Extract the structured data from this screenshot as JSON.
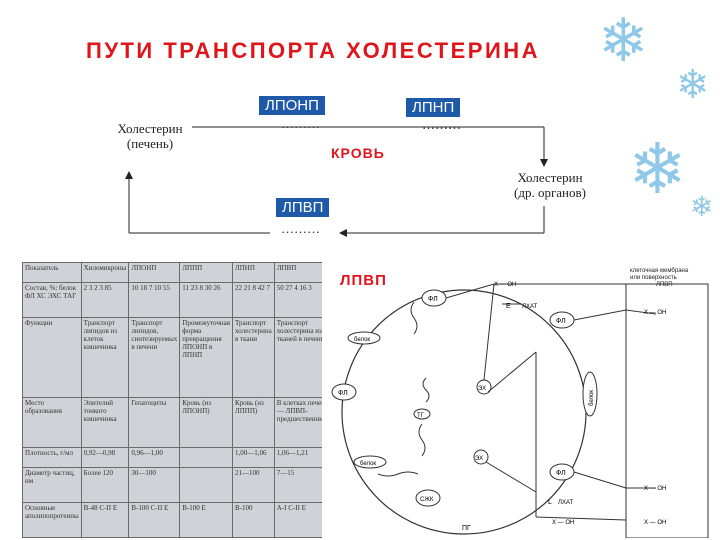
{
  "title": "ПУТИ ТРАНСПОРТА ХОЛЕСТЕРИНА",
  "scheme": {
    "chol_liver": [
      "Холестерин",
      "(печень)"
    ],
    "chol_organs": [
      "Холестерин",
      "(др. органов)"
    ],
    "box_lponp": "ЛПОНП",
    "box_lpnp": "ЛПНП",
    "box_lpvp": "ЛПВП",
    "dots": "………",
    "blood": "КРОВЬ"
  },
  "table_rows": [
    [
      "Показатель",
      "Хиломикроны",
      "ЛПОНП",
      "ЛППП",
      "ЛПНП",
      "ЛПВП"
    ],
    [
      "Состав, %: белок ФЛ ХС ЭХС ТАГ",
      "2 3 2 3 85",
      "10 18 7 10 55",
      "11 23 8 30 26",
      "22 21 8 42 7",
      "50 27 4 16 3"
    ],
    [
      "Функции",
      "Транспорт липидов из клеток кишечника",
      "Транспорт липидов, синтезируемых в печени",
      "Промежуточная форма превращения ЛПОНП в ЛПНП",
      "Транспорт холестерина в ткани",
      "Транспорт холестерина из тканей в печень"
    ],
    [
      "Место образования",
      "Эпителий тонкого кишечника",
      "Гепатоциты",
      "Кровь (из ЛПОНП)",
      "Кровь (из ЛППП)",
      "В клетках печени — ЛПВП-предшественники"
    ],
    [
      "Плотность, г/мл",
      "0,92—0,98",
      "0,96—1,00",
      "",
      "1,00—1,06",
      "1,06—1,21"
    ],
    [
      "Диаметр частиц, нм",
      "Более 120",
      "30—100",
      "",
      "21—100",
      "7—15"
    ],
    [
      "Основные аполипопротеины",
      "В-48 С-II Е",
      "В-100 С-II Е",
      "В-100 Е",
      "В-100",
      "А-I С-II Е"
    ]
  ],
  "diagram": {
    "label": "ЛПВП",
    "membrane": [
      "клеточная мембрана",
      "или поверхность",
      "ЛПВП"
    ],
    "nodes": {
      "fl": "ФЛ",
      "fl2": "ФЛ",
      "fl3": "ФЛ",
      "fl4": "ФЛ",
      "ex": "ЭХ",
      "ex2": "ЭХ",
      "tg": "ТГ",
      "protein": "белок",
      "protein2": "белок",
      "protein3": "белок",
      "szhk": "СЖК",
      "pg": "ПГ",
      "e_mark": "Е",
      "l_mark": "L",
      "xoh1": "Х — ОН",
      "xoh2": "Х — ОН",
      "xoh3": "Х — ОН",
      "xoh4": "Х — ОН",
      "xoh5": "Х — ОН",
      "lhat": "ЛХАТ",
      "lhat2": "ЛХАТ"
    }
  }
}
